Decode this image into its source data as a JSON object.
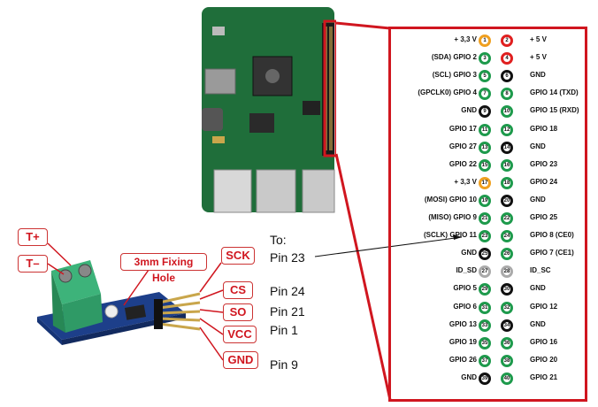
{
  "module": {
    "labels": {
      "t_plus": "T+",
      "t_minus": "T–",
      "fixing_hole": "3mm Fixing Hole",
      "sck": "SCK",
      "cs": "CS",
      "so": "SO",
      "vcc": "VCC",
      "gnd": "GND"
    },
    "connections": {
      "to": "To:",
      "sck": "Pin 23",
      "cs": "Pin 24",
      "so": "Pin 21",
      "vcc": "Pin 1",
      "gnd": "Pin 9"
    }
  },
  "gpio": {
    "rows": [
      {
        "left": "+ 3,3 V",
        "ln": "1",
        "lc": "c-3v3",
        "rn": "2",
        "rc": "c-5v",
        "right": "+ 5 V"
      },
      {
        "left": "(SDA) GPIO 2",
        "ln": "3",
        "lc": "c-gpio",
        "rn": "4",
        "rc": "c-5v",
        "right": "+ 5 V"
      },
      {
        "left": "(SCL) GPIO 3",
        "ln": "5",
        "lc": "c-gpio",
        "rn": "6",
        "rc": "c-gnd",
        "right": "GND"
      },
      {
        "left": "(GPCLK0) GPIO 4",
        "ln": "7",
        "lc": "c-gpio",
        "rn": "8",
        "rc": "c-gpio",
        "right": "GPIO 14 (TXD)"
      },
      {
        "left": "GND",
        "ln": "9",
        "lc": "c-gnd",
        "rn": "10",
        "rc": "c-gpio",
        "right": "GPIO 15 (RXD)"
      },
      {
        "left": "GPIO 17",
        "ln": "11",
        "lc": "c-gpio",
        "rn": "12",
        "rc": "c-gpio",
        "right": "GPIO 18"
      },
      {
        "left": "GPIO 27",
        "ln": "13",
        "lc": "c-gpio",
        "rn": "14",
        "rc": "c-gnd",
        "right": "GND"
      },
      {
        "left": "GPIO 22",
        "ln": "15",
        "lc": "c-gpio",
        "rn": "16",
        "rc": "c-gpio",
        "right": "GPIO 23"
      },
      {
        "left": "+ 3,3 V",
        "ln": "17",
        "lc": "c-3v3",
        "rn": "18",
        "rc": "c-gpio",
        "right": "GPIO 24"
      },
      {
        "left": "(MOSI) GPIO 10",
        "ln": "19",
        "lc": "c-gpio",
        "rn": "20",
        "rc": "c-gnd",
        "right": "GND"
      },
      {
        "left": "(MISO) GPIO 9",
        "ln": "21",
        "lc": "c-gpio",
        "rn": "22",
        "rc": "c-gpio",
        "right": "GPIO 25"
      },
      {
        "left": "(SCLK) GPIO 11",
        "ln": "23",
        "lc": "c-gpio",
        "rn": "24",
        "rc": "c-gpio",
        "right": "GPIO 8 (CE0)"
      },
      {
        "left": "GND",
        "ln": "25",
        "lc": "c-gnd",
        "rn": "26",
        "rc": "c-gpio",
        "right": "GPIO 7 (CE1)"
      },
      {
        "left": "ID_SD",
        "ln": "27",
        "lc": "c-id",
        "rn": "28",
        "rc": "c-id",
        "right": "ID_SC"
      },
      {
        "left": "GPIO 5",
        "ln": "29",
        "lc": "c-gpio",
        "rn": "30",
        "rc": "c-gnd",
        "right": "GND"
      },
      {
        "left": "GPIO 6",
        "ln": "31",
        "lc": "c-gpio",
        "rn": "32",
        "rc": "c-gpio",
        "right": "GPIO 12"
      },
      {
        "left": "GPIO 13",
        "ln": "33",
        "lc": "c-gpio",
        "rn": "34",
        "rc": "c-gnd",
        "right": "GND"
      },
      {
        "left": "GPIO 19",
        "ln": "35",
        "lc": "c-gpio",
        "rn": "36",
        "rc": "c-gpio",
        "right": "GPIO 16"
      },
      {
        "left": "GPIO 26",
        "ln": "37",
        "lc": "c-gpio",
        "rn": "38",
        "rc": "c-gpio",
        "right": "GPIO 20"
      },
      {
        "left": "GND",
        "ln": "39",
        "lc": "c-gnd",
        "rn": "40",
        "rc": "c-gpio",
        "right": "GPIO 21"
      }
    ]
  },
  "colors": {
    "highlight": "#d0161f",
    "pin_gpio": "#1e9a4c",
    "pin_3v3": "#f0a020",
    "pin_5v": "#e02020",
    "pin_gnd": "#111111",
    "pin_id": "#aaaaaa",
    "board": "#1f6e3a",
    "terminal_block": "#3db37a",
    "module_pcb": "#1d3f8a"
  }
}
